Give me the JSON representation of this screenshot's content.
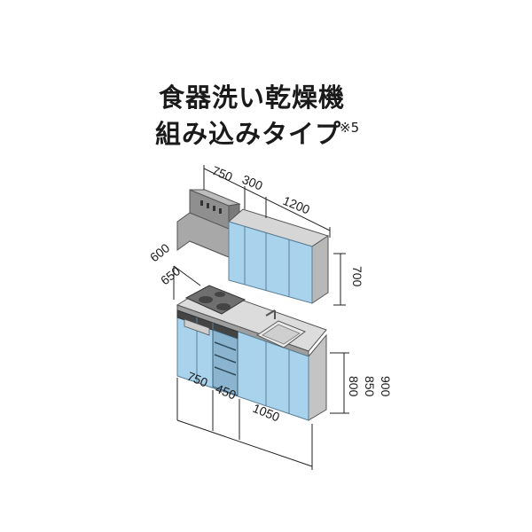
{
  "title": {
    "line1": "食器洗い乾燥機",
    "line2": "組み込みタイプ",
    "note": "※5"
  },
  "dimensions": {
    "upper_width_hood": "750",
    "upper_width_filler": "300",
    "upper_width_cabinet": "1200",
    "upper_height": "700",
    "depth_1": "600",
    "depth_2": "650",
    "lower_width_stove": "750",
    "lower_width_dishwasher": "450",
    "lower_width_sink": "1050",
    "counter_height_1": "800",
    "counter_height_2": "850",
    "counter_height_3": "900"
  },
  "colors": {
    "door_blue": "#a9d3ec",
    "door_edge": "#5a7f96",
    "body_grey": "#c8c8c8",
    "counter_grey": "#d8d8d8",
    "hood_grey": "#9a9a9a"
  }
}
